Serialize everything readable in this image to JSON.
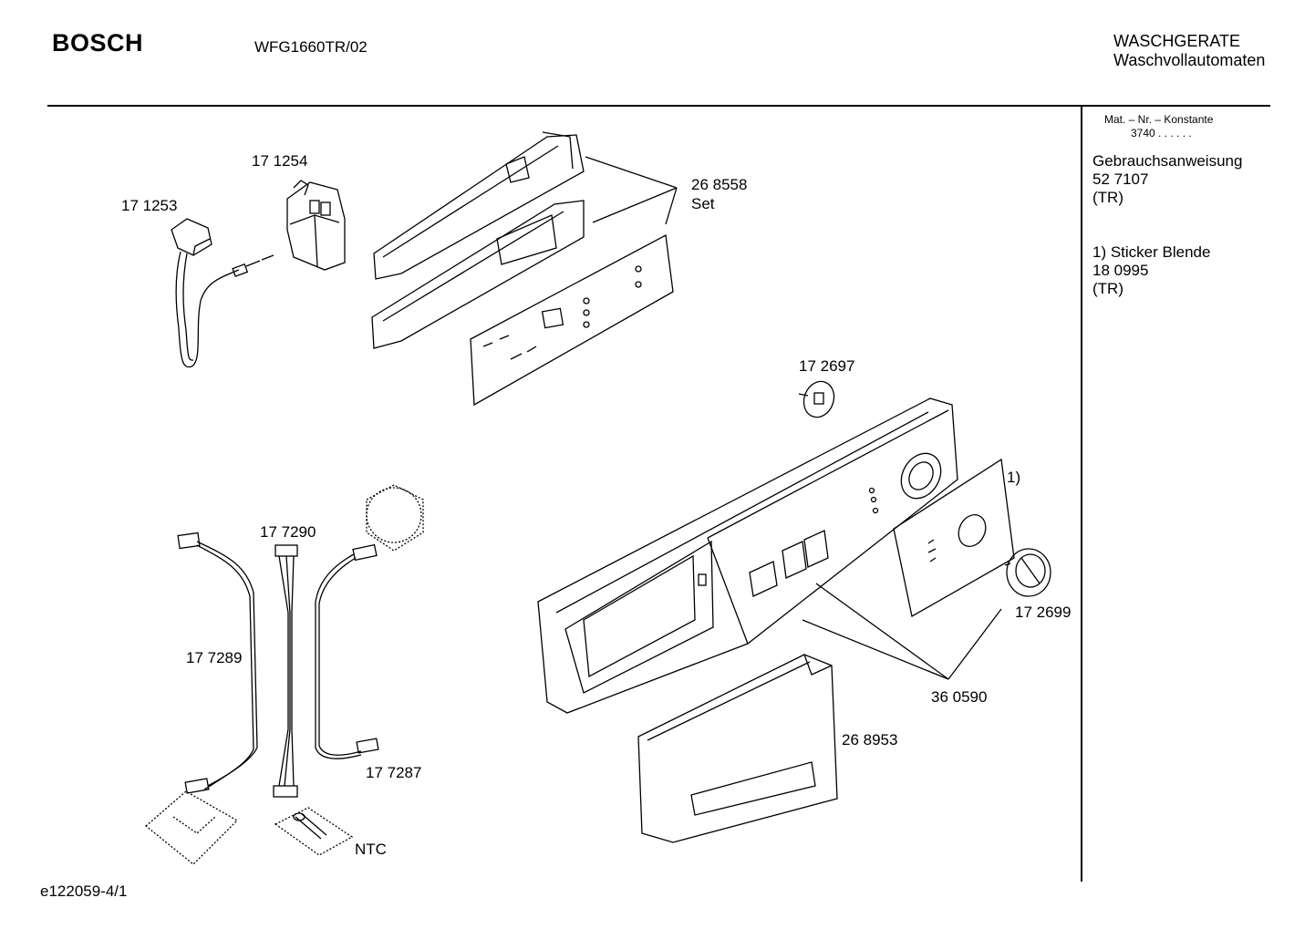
{
  "header": {
    "brand": "BOSCH",
    "model": "WFG1660TR/02",
    "category_line1": "WASCHGERATE",
    "category_line2": "Waschvollautomaten"
  },
  "sidebar": {
    "mat_label": "Mat. – Nr. – Konstante",
    "mat_value": "3740  .  .  .  .  .  .",
    "manual_title": "Gebrauchsanweisung",
    "manual_number": "52 7107",
    "manual_lang": "(TR)",
    "sticker_title": "1) Sticker Blende",
    "sticker_number": "18 0995",
    "sticker_lang": "(TR)"
  },
  "parts": {
    "p171253": "17 1253",
    "p171254": "17 1254",
    "p268558": "26 8558",
    "set": "Set",
    "p172697": "17 2697",
    "note1": "1)",
    "p172699": "17 2699",
    "p360590": "36 0590",
    "p268953": "26 8953",
    "p177290": "17 7290",
    "p177289": "17 7289",
    "p177287": "17 7287",
    "ntc": "NTC"
  },
  "footer": {
    "code": "e122059-4/1"
  }
}
